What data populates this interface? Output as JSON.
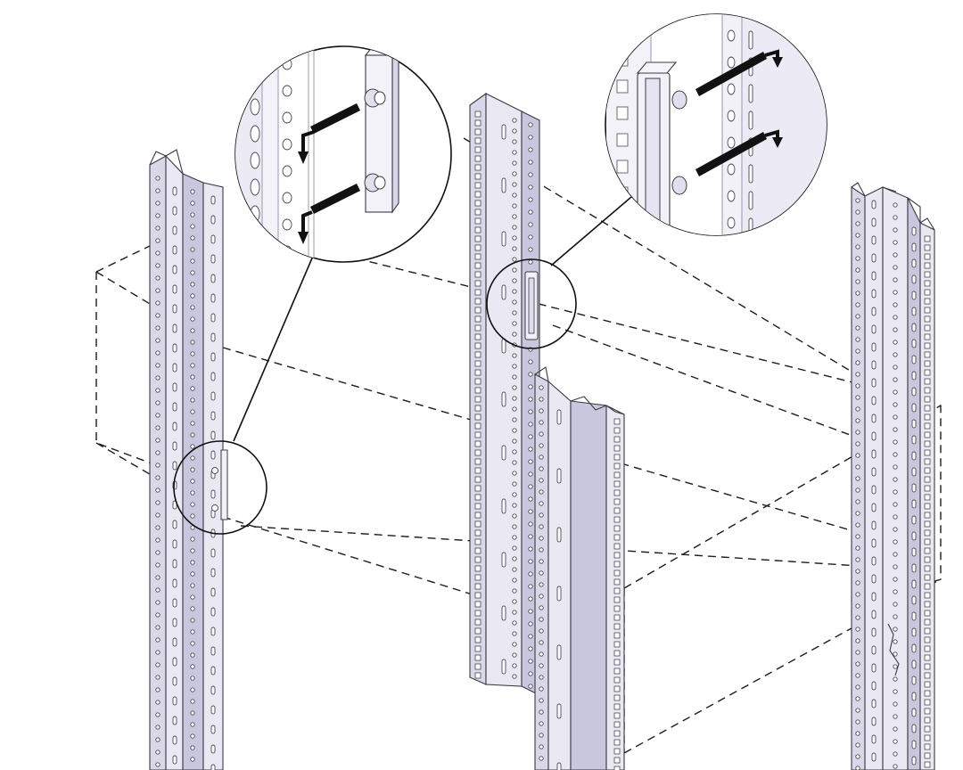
{
  "figure": {
    "colors": {
      "background": "#ffffff",
      "rail": "#e9e8f3",
      "rail_side": "#d9d8e8",
      "rail_shadow": "#c9c7dd",
      "line": "#111111"
    },
    "icons": [
      "rack-rail",
      "alignment-bracket",
      "insertion-arrow",
      "magnifier-callout"
    ]
  }
}
